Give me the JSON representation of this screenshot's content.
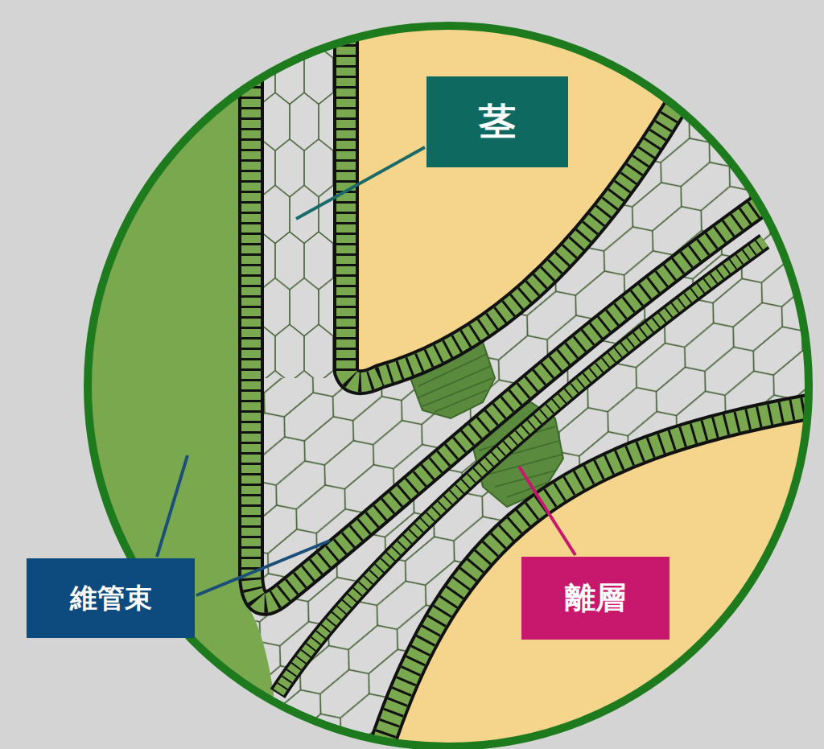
{
  "diagram": {
    "nodes": [
      {
        "text": [
          "茎"
        ]
      },
      {
        "text": [
          "維管束"
        ]
      },
      {
        "text": [
          "離層"
        ]
      }
    ]
  }
}
